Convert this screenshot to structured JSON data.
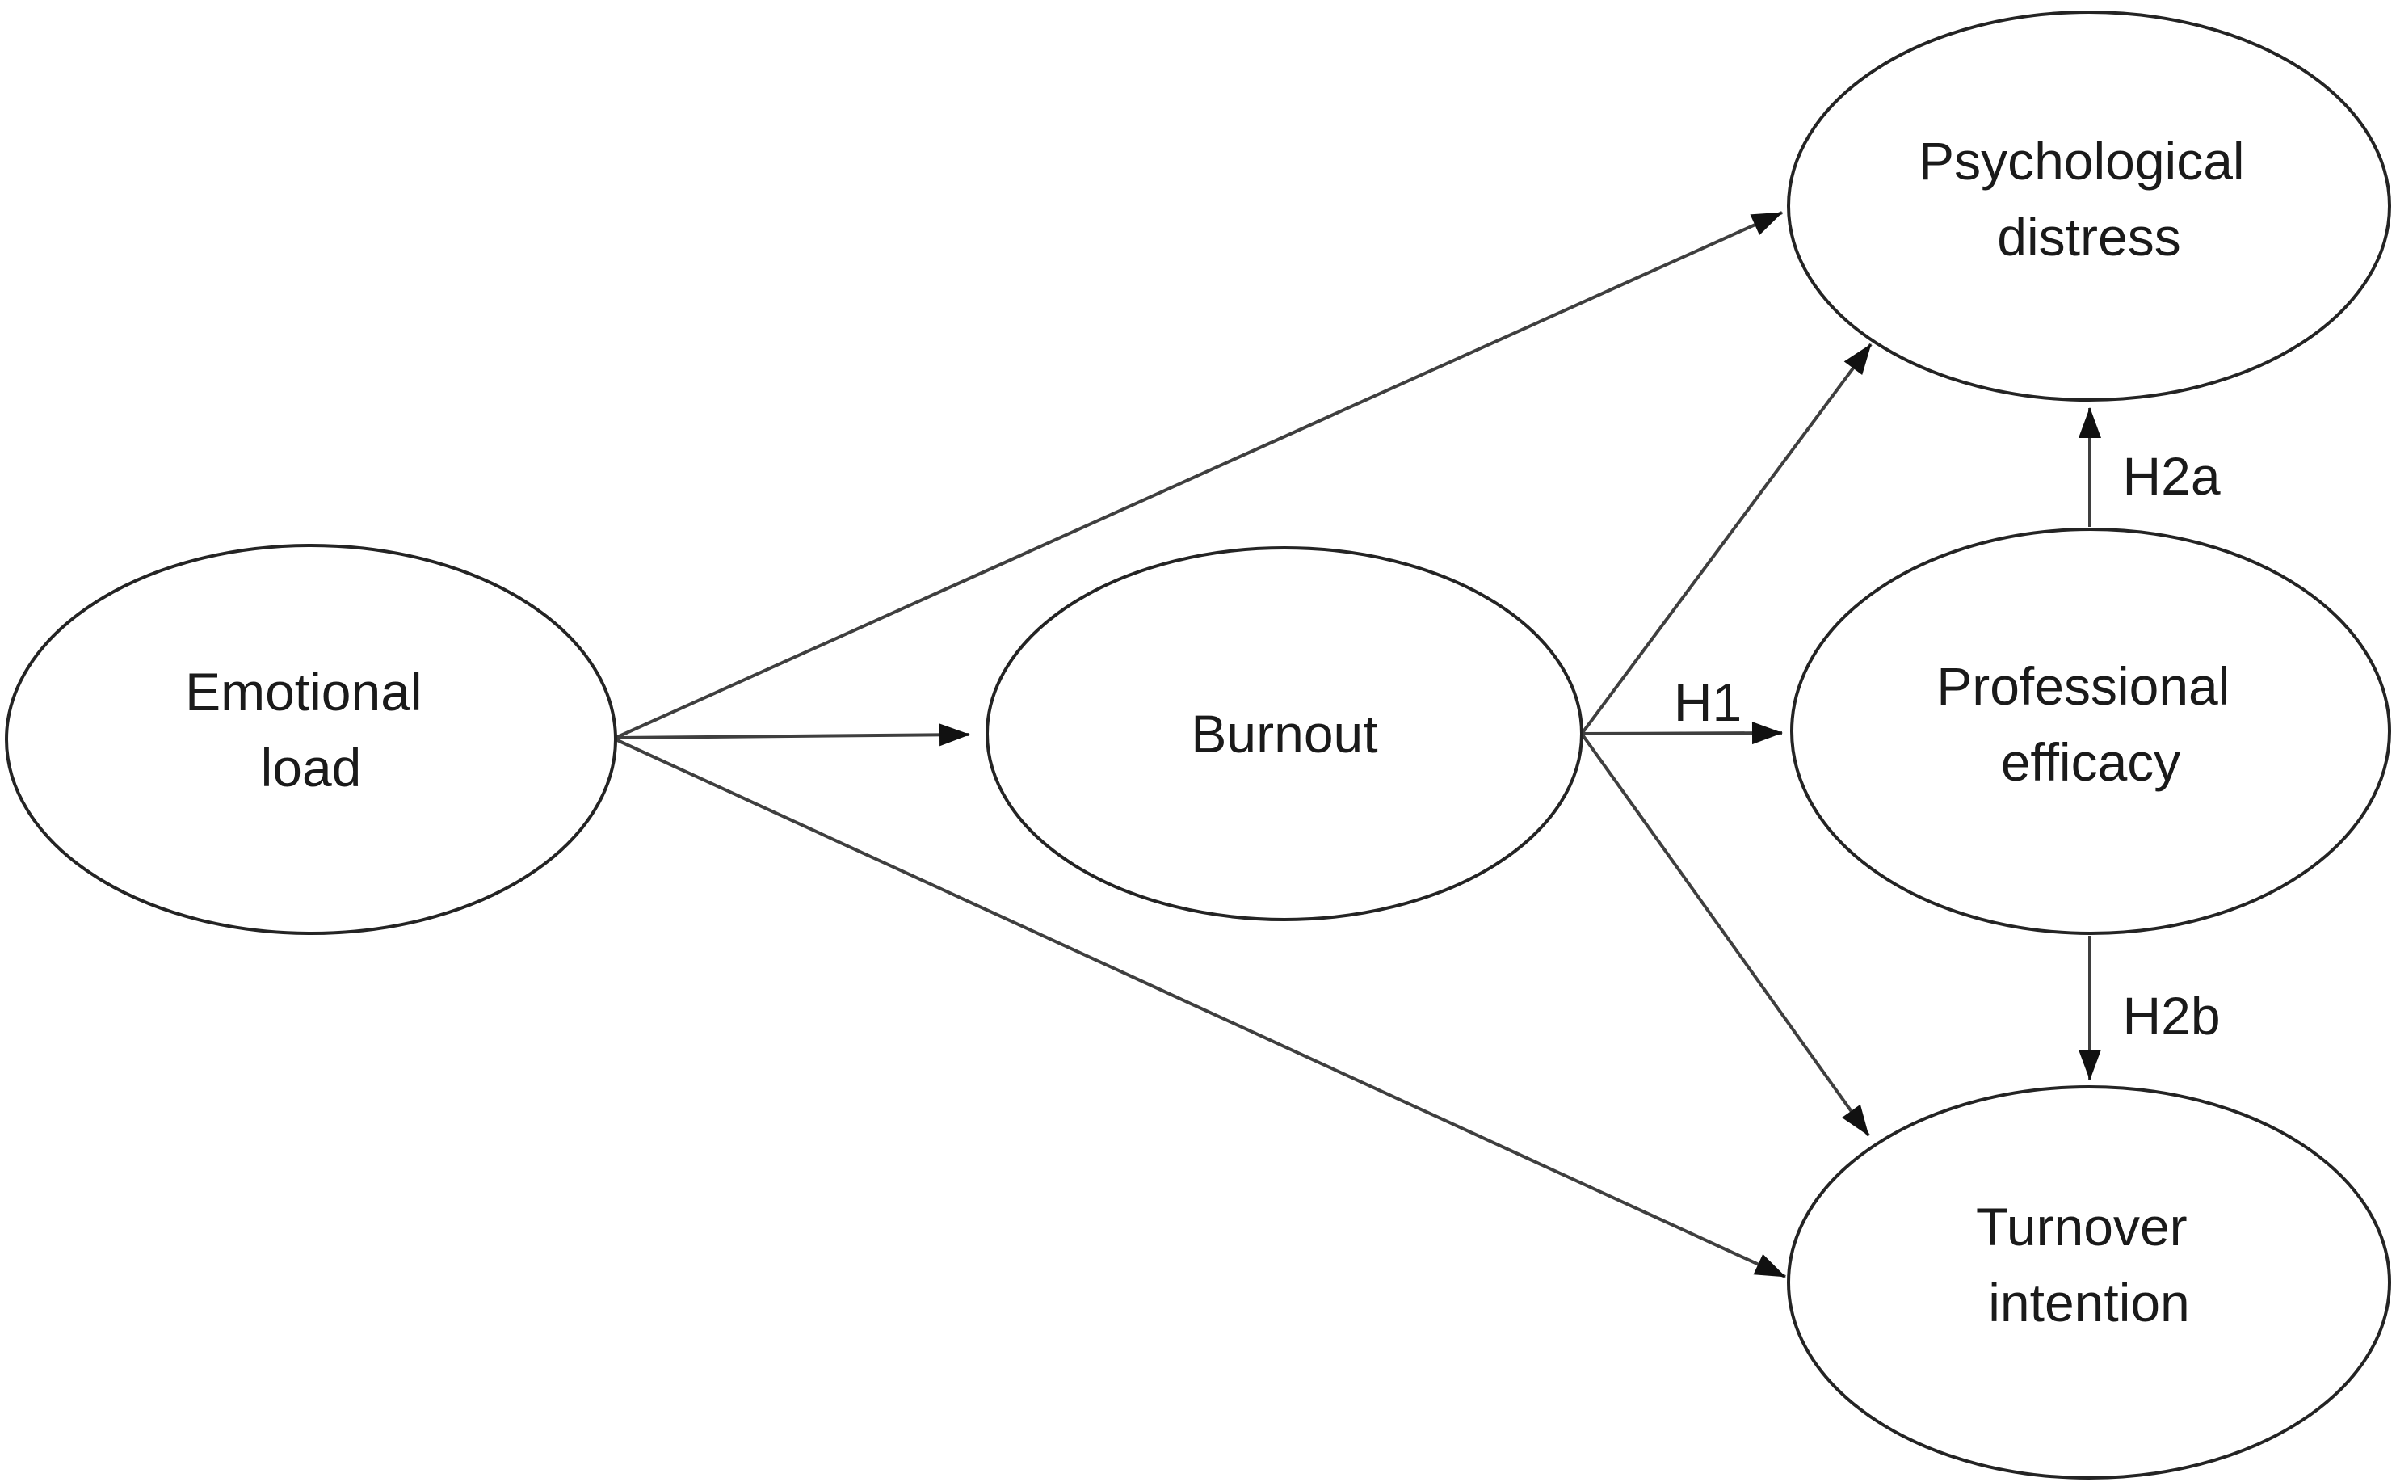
{
  "figure": {
    "type": "path-diagram",
    "background_color": "#ffffff",
    "node_fill_color": "#ffffff",
    "node_stroke_color": "#242424",
    "line_color": "#3f3f3f",
    "arrowhead_color": "#111111",
    "text_color": "#1a1a1a",
    "nodes": [
      {
        "id": "emotional-load",
        "shape": "ellipse",
        "label": "Emotional load",
        "lines": [
          "Emotional",
          "load"
        ]
      },
      {
        "id": "burnout",
        "shape": "ellipse",
        "label": "Burnout",
        "lines": [
          "Burnout"
        ]
      },
      {
        "id": "psychological-distress",
        "shape": "ellipse",
        "label": "Psychological distress",
        "lines": [
          "Psychological",
          "distress"
        ]
      },
      {
        "id": "professional-efficacy",
        "shape": "ellipse",
        "label": "Professional efficacy",
        "lines": [
          "Professional",
          "efficacy"
        ]
      },
      {
        "id": "turnover-intention",
        "shape": "ellipse",
        "label": "Turnover intention",
        "lines": [
          "Turnover",
          "intention"
        ]
      }
    ],
    "edges": [
      {
        "from": "emotional-load",
        "to": "burnout",
        "label": ""
      },
      {
        "from": "emotional-load",
        "to": "psychological-distress",
        "label": ""
      },
      {
        "from": "emotional-load",
        "to": "turnover-intention",
        "label": ""
      },
      {
        "from": "burnout",
        "to": "psychological-distress",
        "label": ""
      },
      {
        "from": "burnout",
        "to": "professional-efficacy",
        "label": "H1"
      },
      {
        "from": "burnout",
        "to": "turnover-intention",
        "label": ""
      },
      {
        "from": "professional-efficacy",
        "to": "psychological-distress",
        "label": "H2a"
      },
      {
        "from": "professional-efficacy",
        "to": "turnover-intention",
        "label": "H2b"
      }
    ]
  }
}
